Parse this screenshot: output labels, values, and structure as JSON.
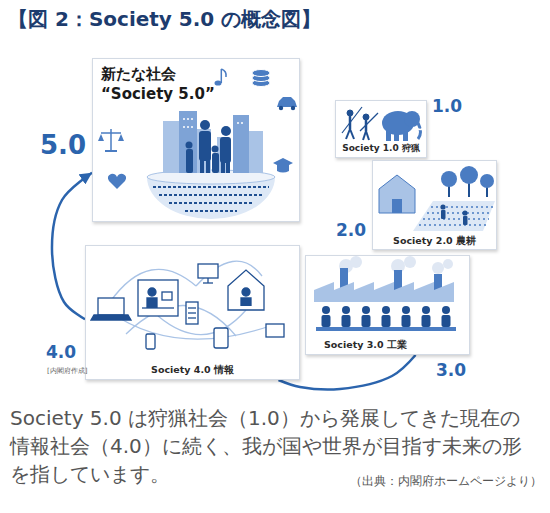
{
  "diagram": {
    "title": "【図 2：Society 5.0 の概念図】",
    "caption": "Society 5.0 は狩猟社会（1.0）から発展してきた現在の 情報社会（4.0）に続く、我が国や世界が目指す未来の形 を指しています。",
    "nodes": [
      {
        "text": [
          "新たな社会 “Society 5.0”"
        ]
      },
      {
        "text": [
          "Society 1.0 狩猟"
        ]
      },
      {
        "text": [
          "Society 2.0 農耕"
        ]
      },
      {
        "text": [
          "Society 3.0 工業"
        ]
      },
      {
        "text": [
          "Society 4.0 情報"
        ]
      }
    ],
    "edges": [
      {
        "from": 4,
        "to": 0,
        "arrow": "to"
      },
      {
        "from": 3,
        "to": 4,
        "arrow": "none"
      }
    ],
    "labels": [
      "5.0",
      "1.0",
      "2.0",
      "3.0",
      "4.0",
      "[内閣府作成]",
      "（出典：内閣府ホームページより）"
    ]
  }
}
